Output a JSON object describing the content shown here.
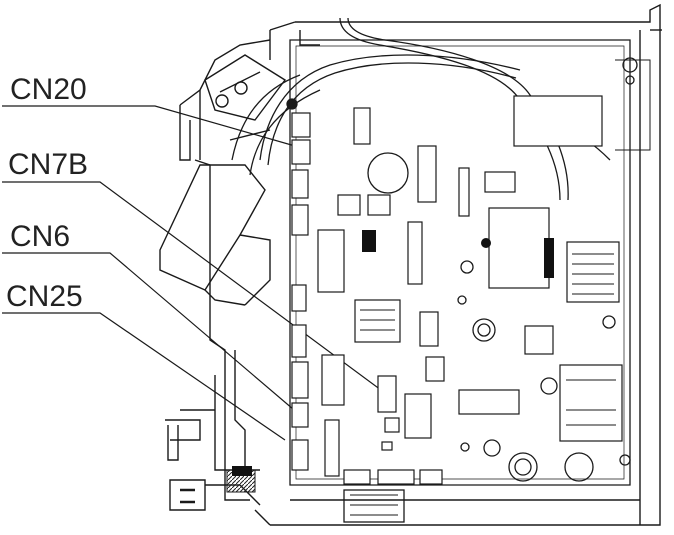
{
  "labels": [
    {
      "id": "cn20",
      "text": "CN20"
    },
    {
      "id": "cn7b",
      "text": "CN7B"
    },
    {
      "id": "cn6",
      "text": "CN6"
    },
    {
      "id": "cn25",
      "text": "CN25"
    }
  ],
  "colors": {
    "line": "#1a1a1a",
    "label": "#222222",
    "fill_dark": "#111111",
    "fill_hatch": "#555555"
  }
}
